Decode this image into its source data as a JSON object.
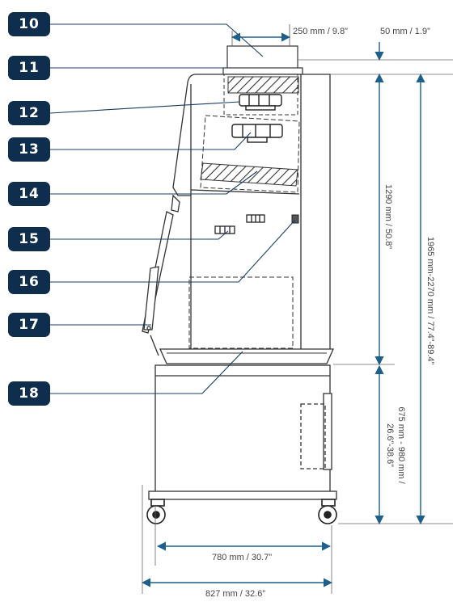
{
  "callouts": [
    "10",
    "11",
    "12",
    "13",
    "14",
    "15",
    "16",
    "17",
    "18"
  ],
  "dimensions": {
    "duct_width": "250 mm / 9.8”",
    "duct_gap": "50 mm / 1.9”",
    "cabinet_height": "1290 mm / 50.8”",
    "total_height": "1965 mm-2270 mm / 77.4”-89.4”",
    "stand_height_line1": "675 mm - 980 mm /",
    "stand_height_line2": "26.6”-38.6”",
    "body_depth": "780 mm / 30.7”",
    "overall_depth": "827 mm / 32.6”"
  },
  "colors": {
    "badge": "#0f2d4d",
    "arrow": "#1f5f8b",
    "outline": "#333333"
  }
}
